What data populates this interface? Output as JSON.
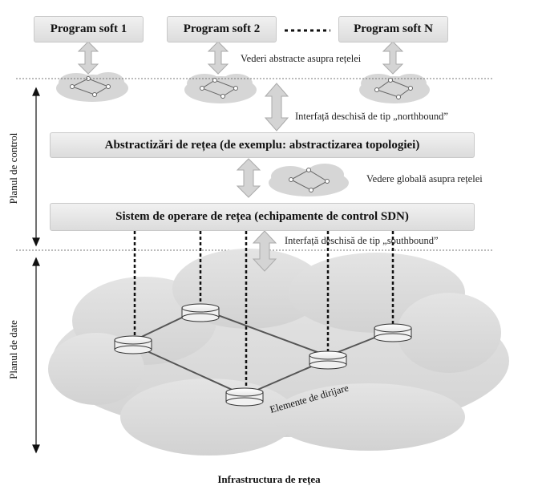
{
  "programs": [
    "Program soft 1",
    "Program soft 2",
    "Program soft N"
  ],
  "labels": {
    "abstract_views": "Vederi abstracte asupra rețelei",
    "northbound": "Interfață deschisă de tip „northbound”",
    "global_view": "Vedere globală asupra rețelei",
    "southbound": "Interfață deschisă de tip „southbound”",
    "forwarding_elements": "Elemente de dirijare"
  },
  "layers": {
    "abstractions": "Abstractizări de rețea (de exemplu: abstractizarea topologiei)",
    "nos": "Sistem de operare de rețea (echipamente de control SDN)"
  },
  "planes": {
    "control": "Planul de control",
    "data": "Planul de date"
  },
  "footer": "Infrastructura de rețea",
  "colors": {
    "box_fill": "#e3e3e3",
    "cloud_fill": "#d9d9d9",
    "arrow_fill": "#d4d4d4",
    "link": "#555555"
  }
}
